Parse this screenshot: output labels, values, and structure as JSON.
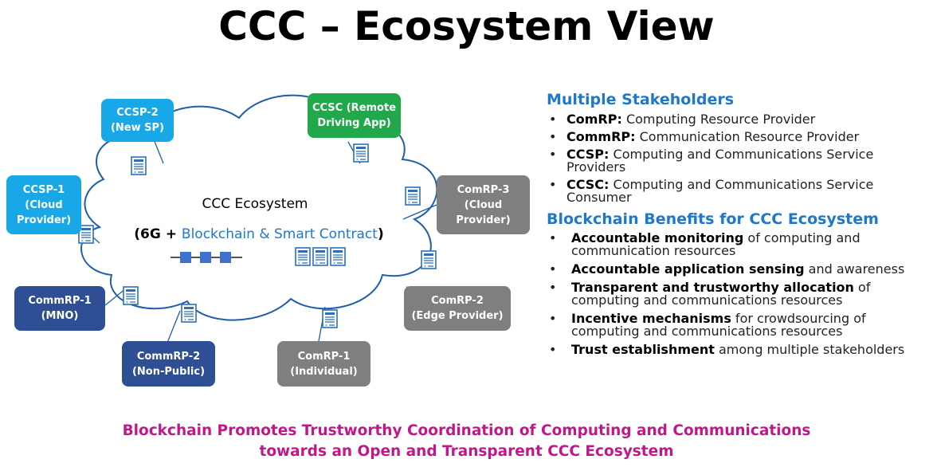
{
  "title": "CCC – Ecosystem View",
  "ecosystem": {
    "title": "CCC Ecosystem",
    "subtitle_open": "(6G + ",
    "subtitle_highlight": "Blockchain & Smart Contract",
    "subtitle_close": ")"
  },
  "nodes": [
    {
      "id": "ccsp2",
      "lines": [
        "CCSP-2",
        "(New SP)"
      ],
      "color": "#18a8e8"
    },
    {
      "id": "ccsc",
      "lines": [
        "CCSC (Remote",
        "Driving App)"
      ],
      "color": "#21a84a"
    },
    {
      "id": "ccsp1",
      "lines": [
        "CCSP-1",
        "(Cloud",
        "Provider)"
      ],
      "color": "#18a8e8"
    },
    {
      "id": "comrp3",
      "lines": [
        "ComRP-3",
        "(Cloud",
        "Provider)"
      ],
      "color": "#7f7f7f"
    },
    {
      "id": "commrp1",
      "lines": [
        "CommRP-1",
        "(MNO)"
      ],
      "color": "#2e4f94"
    },
    {
      "id": "comrp2",
      "lines": [
        "ComRP-2",
        "(Edge Provider)"
      ],
      "color": "#7f7f7f"
    },
    {
      "id": "commrp2",
      "lines": [
        "CommRP-2",
        "(Non-Public)"
      ],
      "color": "#2e4f94"
    },
    {
      "id": "comrp1",
      "lines": [
        "ComRP-1",
        "(Individual)"
      ],
      "color": "#7f7f7f"
    }
  ],
  "stakeholders": {
    "heading": "Multiple Stakeholders",
    "items": [
      {
        "term": "ComRP:",
        "desc": " Computing Resource Provider"
      },
      {
        "term": "CommRP:",
        "desc": " Communication Resource Provider"
      },
      {
        "term": "CCSP:",
        "desc": " Computing and Communications Service Providers"
      },
      {
        "term": "CCSC:",
        "desc": " Computing and Communications Service Consumer"
      }
    ]
  },
  "benefits": {
    "heading": "Blockchain Benefits for CCC Ecosystem",
    "items": [
      {
        "term": "Accountable monitoring",
        "desc": " of computing and communication resources"
      },
      {
        "term": "Accountable application sensing",
        "desc": " and awareness"
      },
      {
        "term": "Transparent and trustworthy allocation",
        "desc": " of computing and communications resources"
      },
      {
        "term": "Incentive mechanisms",
        "desc": " for crowdsourcing of computing and communications resources"
      },
      {
        "term": "Trust establishment",
        "desc": " among multiple stakeholders"
      }
    ]
  },
  "footer": {
    "line1": "Blockchain Promotes Trustworthy Coordination of Computing and Communications",
    "line2": "towards an Open and Transparent CCC Ecosystem"
  },
  "colors": {
    "heading": "#1f78c8",
    "footer": "#c0188c",
    "cloud_stroke": "#1f5fa8",
    "block": "#3f6fcf"
  }
}
